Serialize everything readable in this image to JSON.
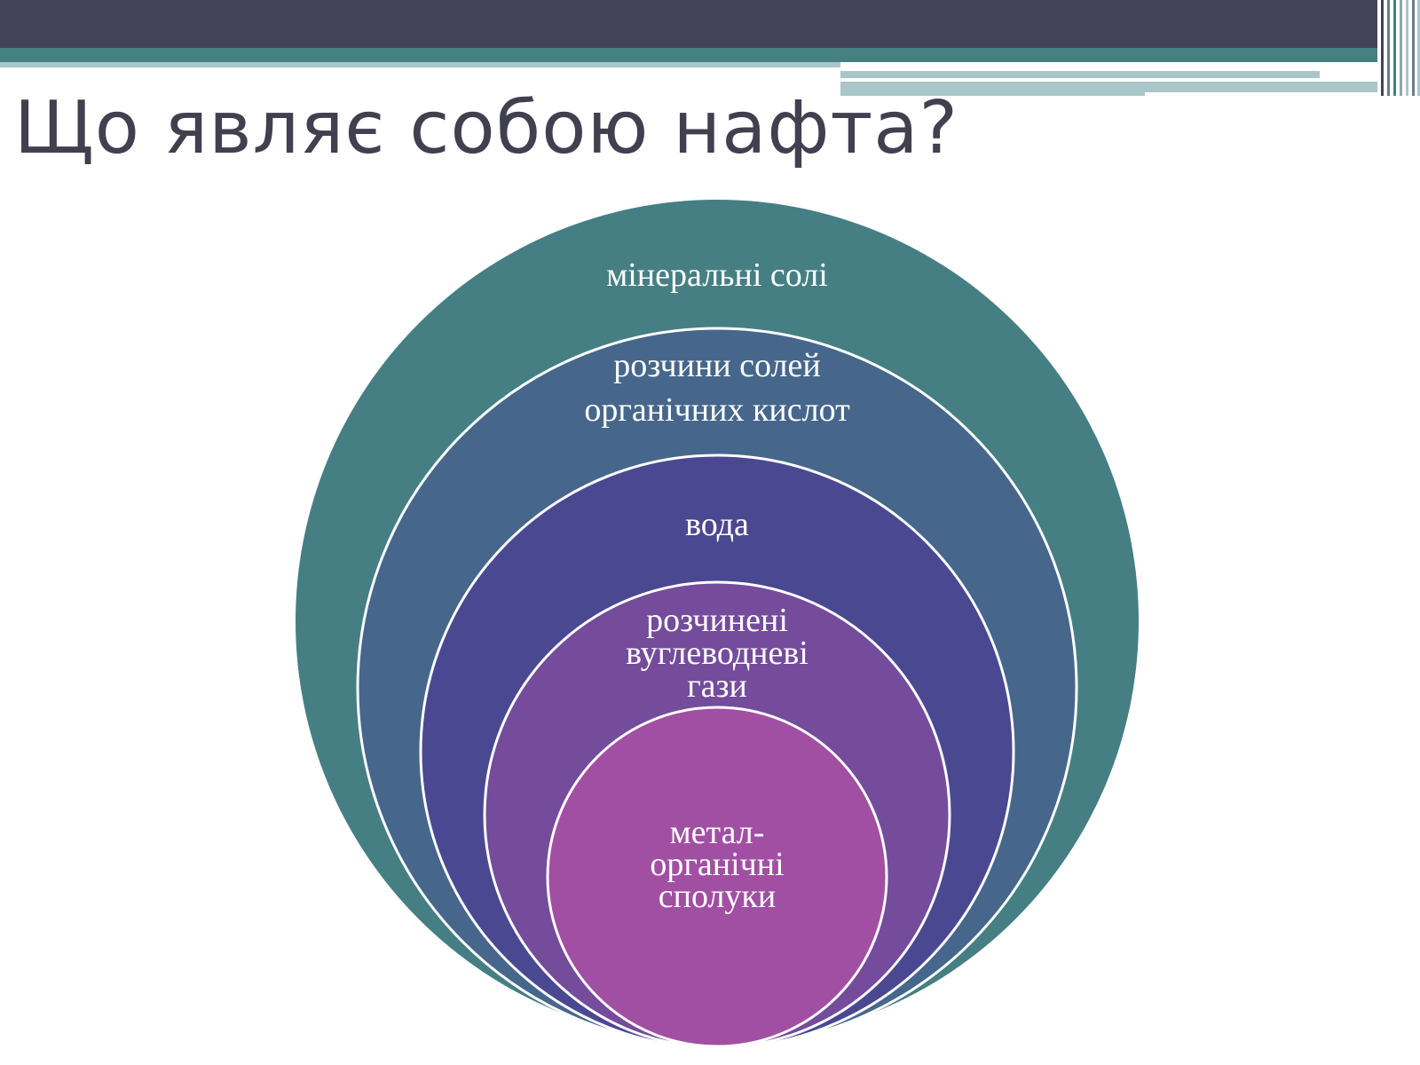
{
  "slide": {
    "title": "Що являє собою нафта?"
  },
  "theme": {
    "title_color": "#40404f",
    "top_band": "#42435a",
    "teal_band": "#458081",
    "pale_band": "#a9c6c9",
    "ring_stroke": "#ffffff"
  },
  "diagram": {
    "type": "nested-circles",
    "layers": [
      {
        "lines": [
          "мінеральні солі"
        ],
        "color": "#457f83"
      },
      {
        "lines": [
          "розчини солей",
          "органічних кислот"
        ],
        "color": "#46678b"
      },
      {
        "lines": [
          "вода"
        ],
        "color": "#4b4892"
      },
      {
        "lines": [
          "розчинені",
          "вуглеводневі",
          "гази"
        ],
        "color": "#744c9b"
      },
      {
        "lines": [
          "метал-",
          "органічні",
          "сполуки"
        ],
        "color": "#a14fa3"
      }
    ]
  }
}
